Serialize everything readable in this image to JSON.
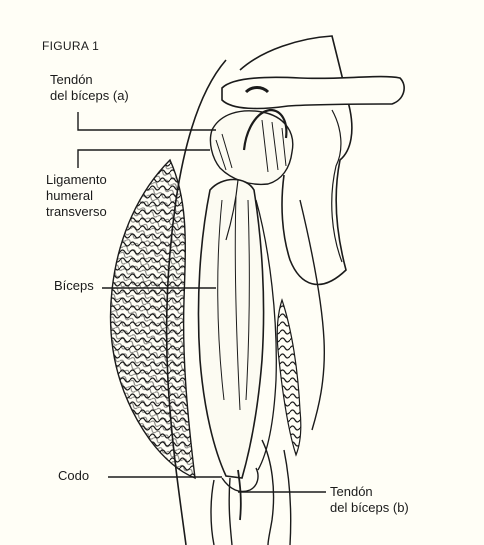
{
  "figure": {
    "title": "FIGURA 1",
    "labels": {
      "biceps_tendon_a": [
        "Tendón",
        "del bíceps (a)"
      ],
      "transverse_ligament": [
        "Ligamento",
        "humeral",
        "transverso"
      ],
      "biceps": "Bíceps",
      "elbow": "Codo",
      "biceps_tendon_b": [
        "Tendón",
        "del bíceps (b)"
      ]
    },
    "colors": {
      "ink": "#1b1b1b",
      "background": "#fffef6",
      "muscle_fill": "#fcfbf2"
    }
  }
}
